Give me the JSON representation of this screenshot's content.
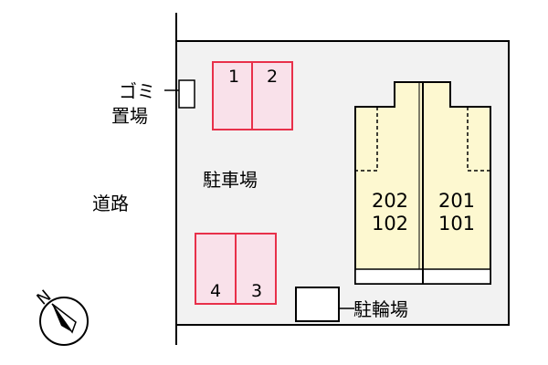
{
  "labels": {
    "road": "道路",
    "parking": "駐車場",
    "garbage_line1": "ゴミ",
    "garbage_line2": "置場",
    "bicycle": "駐輪場",
    "compass_letter": "N"
  },
  "parking_spaces": {
    "top": [
      "1",
      "2"
    ],
    "bottom": [
      "4",
      "3"
    ]
  },
  "units": {
    "left_upper": "202",
    "left_lower": "102",
    "right_upper": "201",
    "right_lower": "101"
  },
  "colors": {
    "parking_fill": "#f9e1ea",
    "parking_stroke": "#e8304a",
    "building_fill": "#fdf8d0",
    "site_fill": "#f2f2f2",
    "line": "#000000"
  }
}
